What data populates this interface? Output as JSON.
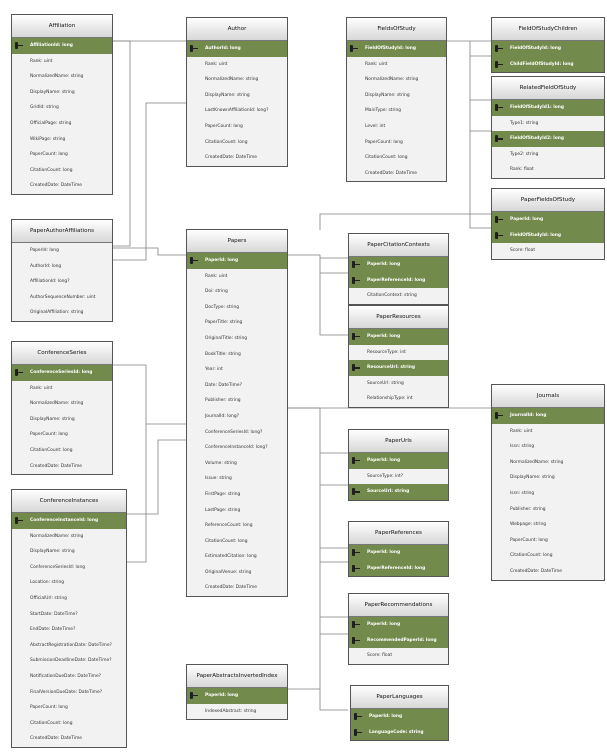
{
  "entities": [
    {
      "id": "affiliation",
      "name": "Affiliation",
      "cols": [
        {
          "t": "AffiliationId: long",
          "pk": true
        },
        {
          "t": "Rank: uint",
          "pk": false
        },
        {
          "t": "NormalizedName: string",
          "pk": false
        },
        {
          "t": "DisplayName: string",
          "pk": false
        },
        {
          "t": "GridId: string",
          "pk": false
        },
        {
          "t": "OfficialPage: string",
          "pk": false
        },
        {
          "t": "WikiPage: string",
          "pk": false
        },
        {
          "t": "PaperCount: long",
          "pk": false
        },
        {
          "t": "CitationCount: long",
          "pk": false
        },
        {
          "t": "CreatedDate: DateTime",
          "pk": false
        }
      ]
    },
    {
      "id": "author",
      "name": "Author",
      "cols": [
        {
          "t": "AuthorId: long",
          "pk": true
        },
        {
          "t": "Rank: uint",
          "pk": false
        },
        {
          "t": "NormalizedName: string",
          "pk": false
        },
        {
          "t": "DisplayName: string",
          "pk": false
        },
        {
          "t": "LastKnownAffiliationId: long?",
          "pk": false
        },
        {
          "t": "PaperCount: long",
          "pk": false
        },
        {
          "t": "CitationCount: long",
          "pk": false
        },
        {
          "t": "CreatedDate: DateTime",
          "pk": false
        }
      ]
    },
    {
      "id": "fieldsofstudy",
      "name": "FieldsOfStudy",
      "cols": [
        {
          "t": "FieldOfStudyId: long",
          "pk": true
        },
        {
          "t": "Rank: uint",
          "pk": false
        },
        {
          "t": "NormalizedName: string",
          "pk": false
        },
        {
          "t": "DisplayName: string",
          "pk": false
        },
        {
          "t": "MainType: string",
          "pk": false
        },
        {
          "t": "Level: int",
          "pk": false
        },
        {
          "t": "PaperCount: long",
          "pk": false
        },
        {
          "t": "CitationCount: long",
          "pk": false
        },
        {
          "t": "CreatedDate: DateTime",
          "pk": false
        }
      ]
    },
    {
      "id": "fieldofstudychildren",
      "name": "FieldOfStudyChildren",
      "cols": [
        {
          "t": "FieldOfStudyId: long",
          "pk": true
        },
        {
          "t": "ChildFieldOfStudyId: long",
          "pk": true
        }
      ]
    },
    {
      "id": "relatedfieldofstudy",
      "name": "RelatedFieldOfStudy",
      "cols": [
        {
          "t": "FieldOfStudyId1: long",
          "pk": true
        },
        {
          "t": "Type1: string",
          "pk": false
        },
        {
          "t": "FieldOfStudyId2: long",
          "pk": true
        },
        {
          "t": "Type2: string",
          "pk": false
        },
        {
          "t": "Rank: float",
          "pk": false
        }
      ]
    },
    {
      "id": "paperfieldsofstudy",
      "name": "PaperFieldsOfStudy",
      "cols": [
        {
          "t": "PaperId: long",
          "pk": true
        },
        {
          "t": "FieldOfStudyId: long",
          "pk": true
        },
        {
          "t": "Score: float",
          "pk": false
        }
      ]
    },
    {
      "id": "paperauthoraffiliations",
      "name": "PaperAuthorAffiliations",
      "cols": [
        {
          "t": "PaperId: long",
          "pk": false
        },
        {
          "t": "AuthorId: long",
          "pk": false
        },
        {
          "t": "AffiliationId: long?",
          "pk": false
        },
        {
          "t": "AuthorSequenceNumber: uint",
          "pk": false
        },
        {
          "t": "OriginalAffiliation: string",
          "pk": false
        }
      ]
    },
    {
      "id": "papers",
      "name": "Papers",
      "cols": [
        {
          "t": "PaperId: long",
          "pk": true
        },
        {
          "t": "Rank: uint",
          "pk": false
        },
        {
          "t": "Doi: string",
          "pk": false
        },
        {
          "t": "DocType: string",
          "pk": false
        },
        {
          "t": "PaperTitle: string",
          "pk": false
        },
        {
          "t": "OriginalTitle: string",
          "pk": false
        },
        {
          "t": "BookTitle: string",
          "pk": false
        },
        {
          "t": "Year: int",
          "pk": false
        },
        {
          "t": "Date: DateTime?",
          "pk": false
        },
        {
          "t": "Publisher: string",
          "pk": false
        },
        {
          "t": "JournalId: long?",
          "pk": false
        },
        {
          "t": "ConferenceSeriesId: long?",
          "pk": false
        },
        {
          "t": "ConferenceInstanceId: long?",
          "pk": false
        },
        {
          "t": "Volume: string",
          "pk": false
        },
        {
          "t": "Issue: string",
          "pk": false
        },
        {
          "t": "FirstPage: string",
          "pk": false
        },
        {
          "t": "LastPage: string",
          "pk": false
        },
        {
          "t": "ReferenceCount: long",
          "pk": false
        },
        {
          "t": "CitationCount: long",
          "pk": false
        },
        {
          "t": "EstimatedCitation: long",
          "pk": false
        },
        {
          "t": "OriginalVenue: string",
          "pk": false
        },
        {
          "t": "CreatedDate: DateTime",
          "pk": false
        }
      ]
    },
    {
      "id": "papercitationcontexts",
      "name": "PaperCitationContexts",
      "cols": [
        {
          "t": "PaperId: long",
          "pk": true
        },
        {
          "t": "PaperReferenceId: long",
          "pk": true
        },
        {
          "t": "CitationContext: string",
          "pk": false
        }
      ]
    },
    {
      "id": "paperresources",
      "name": "PaperResources",
      "cols": [
        {
          "t": "PaperId: long",
          "pk": true
        },
        {
          "t": "ResourceType: int",
          "pk": false
        },
        {
          "t": "ResourceUrl: string",
          "pk": true
        },
        {
          "t": "SourceUrl: string",
          "pk": false
        },
        {
          "t": "RelationshipType: int",
          "pk": false
        }
      ]
    },
    {
      "id": "conferenceseries",
      "name": "ConferenceSeries",
      "cols": [
        {
          "t": "ConferenceSeriesId: long",
          "pk": true
        },
        {
          "t": "Rank: uint",
          "pk": false
        },
        {
          "t": "NormalizedName: string",
          "pk": false
        },
        {
          "t": "DisplayName: string",
          "pk": false
        },
        {
          "t": "PaperCount: long",
          "pk": false
        },
        {
          "t": "CitationCount: long",
          "pk": false
        },
        {
          "t": "CreatedDate: DateTime",
          "pk": false
        }
      ]
    },
    {
      "id": "journals",
      "name": "Journals",
      "cols": [
        {
          "t": "JournalId: long",
          "pk": true
        },
        {
          "t": "Rank: uint",
          "pk": false
        },
        {
          "t": "Issn: string",
          "pk": false
        },
        {
          "t": "NormalizedName: string",
          "pk": false
        },
        {
          "t": "DisplayName: string",
          "pk": false
        },
        {
          "t": "Issn: string",
          "pk": false
        },
        {
          "t": "Publisher: string",
          "pk": false
        },
        {
          "t": "Webpage: string",
          "pk": false
        },
        {
          "t": "PaperCount: long",
          "pk": false
        },
        {
          "t": "CitationCount: long",
          "pk": false
        },
        {
          "t": "CreatedDate: DateTime",
          "pk": false
        }
      ]
    },
    {
      "id": "paperurls",
      "name": "PaperUrls",
      "cols": [
        {
          "t": "PaperId: long",
          "pk": true
        },
        {
          "t": "SourceType: int?",
          "pk": false
        },
        {
          "t": "SourceUrl: string",
          "pk": true
        }
      ]
    },
    {
      "id": "conferenceinstances",
      "name": "ConferenceInstances",
      "cols": [
        {
          "t": "ConferenceInstanceId: long",
          "pk": true
        },
        {
          "t": "NormalizedName: string",
          "pk": false
        },
        {
          "t": "DisplayName: string",
          "pk": false
        },
        {
          "t": "ConferenceSeriesId: long",
          "pk": false
        },
        {
          "t": "Location: string",
          "pk": false
        },
        {
          "t": "OfficialUrl: string",
          "pk": false
        },
        {
          "t": "StartDate: DateTime?",
          "pk": false
        },
        {
          "t": "EndDate: DateTime?",
          "pk": false
        },
        {
          "t": "AbstractRegistrationDate: DateTime?",
          "pk": false
        },
        {
          "t": "SubmissionDeadlineDate: DateTime?",
          "pk": false
        },
        {
          "t": "NotificationDueDate: DateTime?",
          "pk": false
        },
        {
          "t": "FinalVersionDueDate: DateTime?",
          "pk": false
        },
        {
          "t": "PaperCount: long",
          "pk": false
        },
        {
          "t": "CitationCount: long",
          "pk": false
        },
        {
          "t": "CreatedDate: DateTime",
          "pk": false
        }
      ]
    },
    {
      "id": "paperreferences",
      "name": "PaperReferences",
      "cols": [
        {
          "t": "PaperId: long",
          "pk": true
        },
        {
          "t": "PaperReferenceId: long",
          "pk": true
        }
      ]
    },
    {
      "id": "paperrecommendations",
      "name": "PaperRecommendations",
      "cols": [
        {
          "t": "PaperId: long",
          "pk": true
        },
        {
          "t": "RecommendedPaperId: long",
          "pk": true
        },
        {
          "t": "Score: float",
          "pk": false
        }
      ]
    },
    {
      "id": "paperabstractsinvertedindex",
      "name": "PaperAbstractsInvertedIndex",
      "cols": [
        {
          "t": "PaperId: long",
          "pk": true
        },
        {
          "t": "IndexedAbstract: string",
          "pk": false
        }
      ]
    },
    {
      "id": "paperlanguages",
      "name": "PaperLanguages",
      "cols": [
        {
          "t": "PaperId: long",
          "pk": true
        },
        {
          "t": "LanguageCode: string",
          "pk": true
        }
      ]
    }
  ]
}
